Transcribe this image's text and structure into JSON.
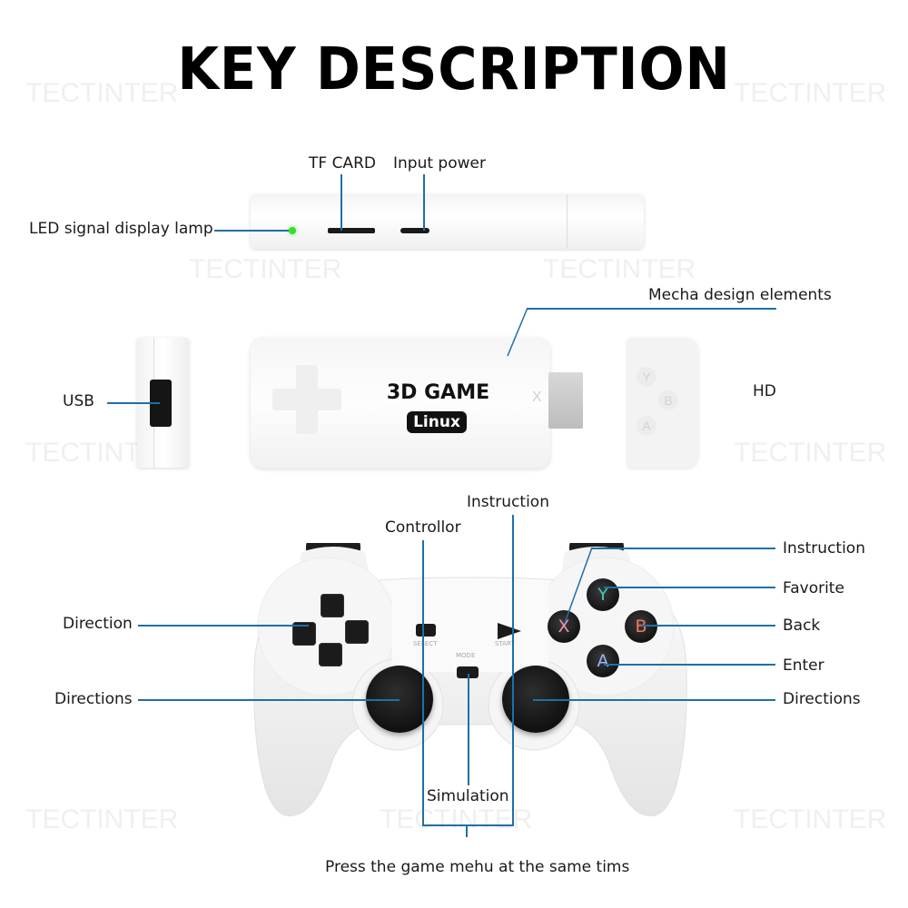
{
  "title": "KEY DESCRIPTION",
  "watermark": "TECTINTER",
  "colors": {
    "leader_line": "#1f6fa8",
    "led_green": "#3bdc2d",
    "button_y": "#3fc9b8",
    "button_x": "#f08fb7",
    "button_b": "#f07a5a",
    "button_a": "#9fb4f0"
  },
  "top_device": {
    "labels": {
      "tf_card": "TF CARD",
      "input_power": "Input power",
      "led": "LED signal display lamp"
    }
  },
  "middle_devices": {
    "labels": {
      "usb": "USB",
      "hd": "HD",
      "mecha": "Mecha design elements"
    },
    "stick_title": "3D GAME",
    "stick_badge": "Linux",
    "stick_ghost_button": "X",
    "side_ghost_buttons": [
      "Y",
      "B",
      "A"
    ]
  },
  "controller": {
    "labels": {
      "instruction_top": "Instruction",
      "controllor": "Controllor",
      "direction": "Direction",
      "directions_left": "Directions",
      "instruction_right": "Instruction",
      "favorite": "Favorite",
      "back": "Back",
      "enter": "Enter",
      "directions_right": "Directions",
      "simulation": "Simulation",
      "press_note": "Press the game mehu at the same tims"
    },
    "face_buttons": {
      "y": "Y",
      "x": "X",
      "b": "B",
      "a": "A"
    },
    "small_labels": {
      "select": "SELECT",
      "start": "START",
      "mode": "MODE"
    }
  }
}
